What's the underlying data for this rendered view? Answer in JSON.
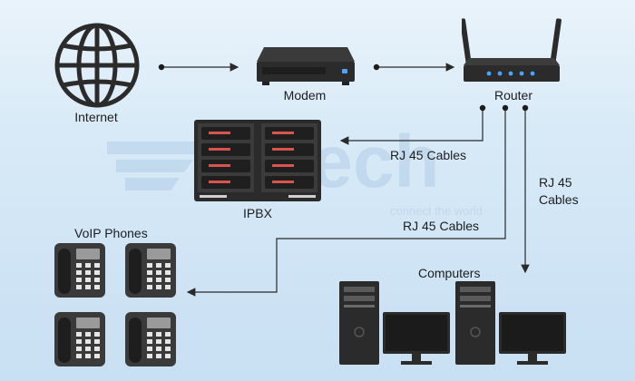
{
  "nodes": {
    "internet": {
      "label": "Internet"
    },
    "modem": {
      "label": "Modem"
    },
    "router": {
      "label": "Router"
    },
    "ipbx": {
      "label": "IPBX"
    },
    "voip_phones": {
      "label": "VoIP Phones"
    },
    "computers": {
      "label": "Computers"
    }
  },
  "connections": {
    "router_to_ipbx": {
      "label": "RJ 45 Cables"
    },
    "router_to_phones": {
      "label": "RJ 45 Cables"
    },
    "router_to_computers": {
      "label_line1": "RJ 45",
      "label_line2": "Cables"
    }
  },
  "watermark": {
    "brand": "tech",
    "tagline": "connect the world"
  },
  "colors": {
    "line": "#2a2a2a",
    "device_dark": "#2b2b2b",
    "router_led": "#4aa3ff",
    "ipbx_drive": "#d9534f"
  }
}
